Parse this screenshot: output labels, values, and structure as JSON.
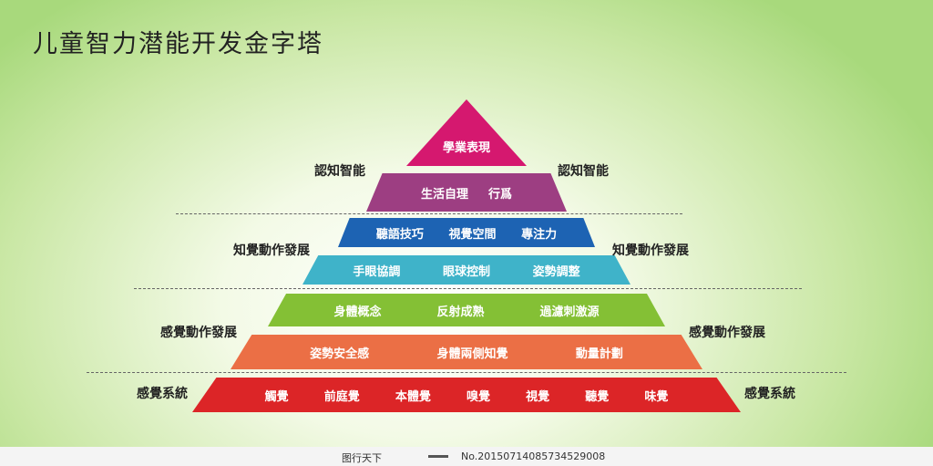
{
  "title": "儿童智力潜能开发金字塔",
  "pyramid": {
    "apex": "學業表現",
    "l2": [
      "生活自理",
      "行爲"
    ],
    "l3": [
      "聽語技巧",
      "視覺空間",
      "專注力"
    ],
    "l4": [
      "手眼協調",
      "眼球控制",
      "姿勢調整"
    ],
    "l5": [
      "身體概念",
      "反射成熟",
      "過濾刺激源"
    ],
    "l6": [
      "姿勢安全感",
      "身體兩側知覺",
      "動量計劃"
    ],
    "l7": [
      "觸覺",
      "前庭覺",
      "本體覺",
      "嗅覺",
      "視覺",
      "聽覺",
      "味覺"
    ]
  },
  "side_labels": {
    "cognitive_left": "認知智能",
    "cognitive_right": "認知智能",
    "perceptual_left": "知覺動作發展",
    "perceptual_right": "知覺動作發展",
    "sensory_motor_left": "感覺動作發展",
    "sensory_motor_right": "感覺動作發展",
    "sensory_left": "感覺系統",
    "sensory_right": "感覺系統"
  },
  "footer": {
    "site": "图行天下",
    "number": "No.20150714085734529008"
  },
  "colors": {
    "apex": "#d5186f",
    "l2": "#9d3e82",
    "l3": "#1d63b3",
    "l4": "#3fb3c9",
    "l5": "#84c035",
    "l6": "#eb6f45",
    "l7": "#dc2527"
  }
}
